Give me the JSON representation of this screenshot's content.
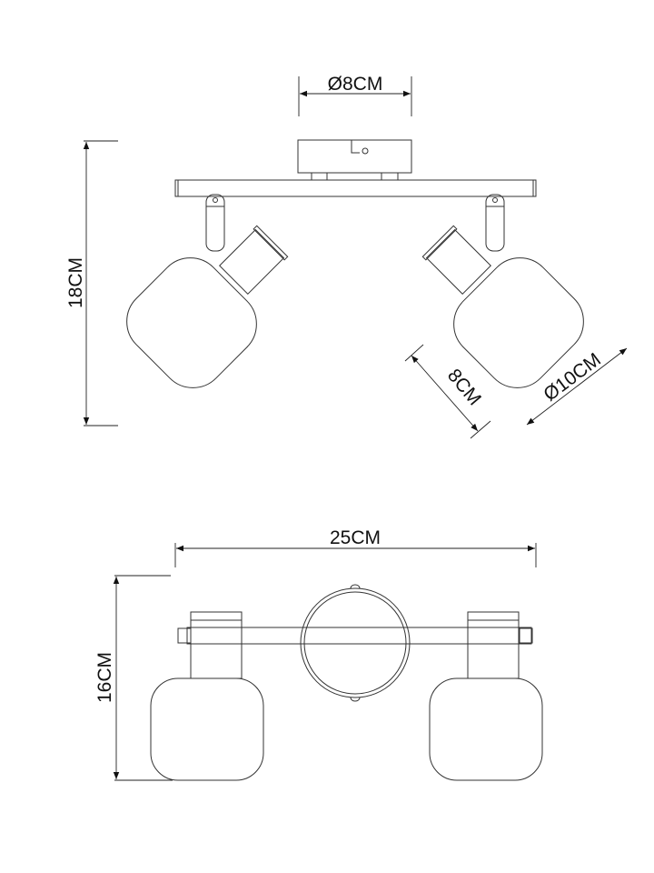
{
  "title": "Two-light spotlight bar dimension drawing",
  "views": {
    "side": {
      "canopy_diameter": "Ø8CM",
      "height": "18CM",
      "shade_depth": "8CM",
      "shade_diameter": "Ø10CM"
    },
    "top": {
      "width": "25CM",
      "depth": "16CM"
    }
  },
  "colors": {
    "line": "#333333",
    "background": "#ffffff"
  }
}
